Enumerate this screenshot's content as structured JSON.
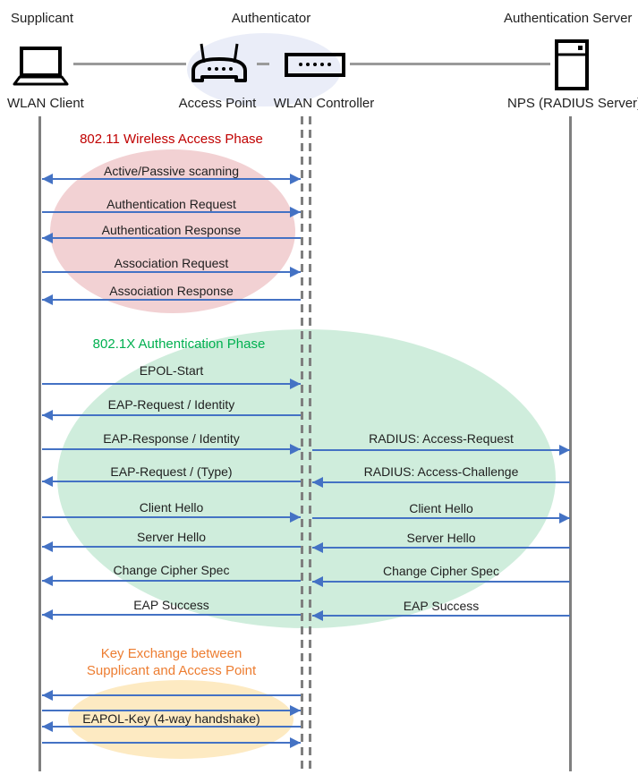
{
  "header": {
    "roles": {
      "supplicant": "Supplicant",
      "authenticator": "Authenticator",
      "server": "Authentication Server"
    },
    "names": {
      "client": "WLAN Client",
      "ap": "Access Point",
      "controller": "WLAN Controller",
      "server": "NPS (RADIUS Server)"
    },
    "icons": [
      "laptop-icon",
      "access-point-icon",
      "wlan-controller-icon",
      "server-icon"
    ]
  },
  "phase1": {
    "title": "802.11 Wireless Access Phase",
    "color": "#C00000",
    "ellipse_color": "#F2D1D3",
    "messages": [
      {
        "label": "Active/Passive scanning",
        "direction": "both"
      },
      {
        "label": "Authentication Request",
        "direction": "right"
      },
      {
        "label": "Authentication Response",
        "direction": "left"
      },
      {
        "label": "Association Request",
        "direction": "right"
      },
      {
        "label": "Association Response",
        "direction": "left"
      }
    ]
  },
  "phase2": {
    "title": "802.1X Authentication Phase",
    "color": "#00B050",
    "ellipse_color": "#CFEDDC",
    "client_to_controller": [
      {
        "label": "EPOL-Start",
        "direction": "right"
      },
      {
        "label": "EAP-Request / Identity",
        "direction": "left"
      },
      {
        "label": "EAP-Response / Identity",
        "direction": "right"
      },
      {
        "label": "EAP-Request / (Type)",
        "direction": "left"
      },
      {
        "label": "Client Hello",
        "direction": "right"
      },
      {
        "label": "Server Hello",
        "direction": "left"
      },
      {
        "label": "Change Cipher Spec",
        "direction": "left"
      },
      {
        "label": "EAP Success",
        "direction": "left"
      }
    ],
    "controller_to_server": [
      {
        "label": "RADIUS: Access-Request",
        "direction": "right"
      },
      {
        "label": "RADIUS: Access-Challenge",
        "direction": "left"
      },
      {
        "label": "Client Hello",
        "direction": "right"
      },
      {
        "label": "Server Hello",
        "direction": "left"
      },
      {
        "label": "Change Cipher Spec",
        "direction": "left"
      },
      {
        "label": "EAP Success",
        "direction": "left"
      }
    ]
  },
  "phase3": {
    "title_line1": "Key Exchange between",
    "title_line2": "Supplicant and Access Point",
    "color": "#ED7D31",
    "ellipse_color": "#FDEAC2",
    "messages": [
      {
        "label": "",
        "direction": "left"
      },
      {
        "label": "",
        "direction": "right"
      },
      {
        "label": "EAPOL-Key (4-way handshake)",
        "direction": "left"
      },
      {
        "label": "",
        "direction": "right"
      }
    ]
  },
  "colors": {
    "arrow_blue": "#4472C4",
    "lifeline_gray": "#7f7f7f",
    "authenticator_ellipse": "#EAEDF8",
    "text": "#1f1f1f"
  }
}
